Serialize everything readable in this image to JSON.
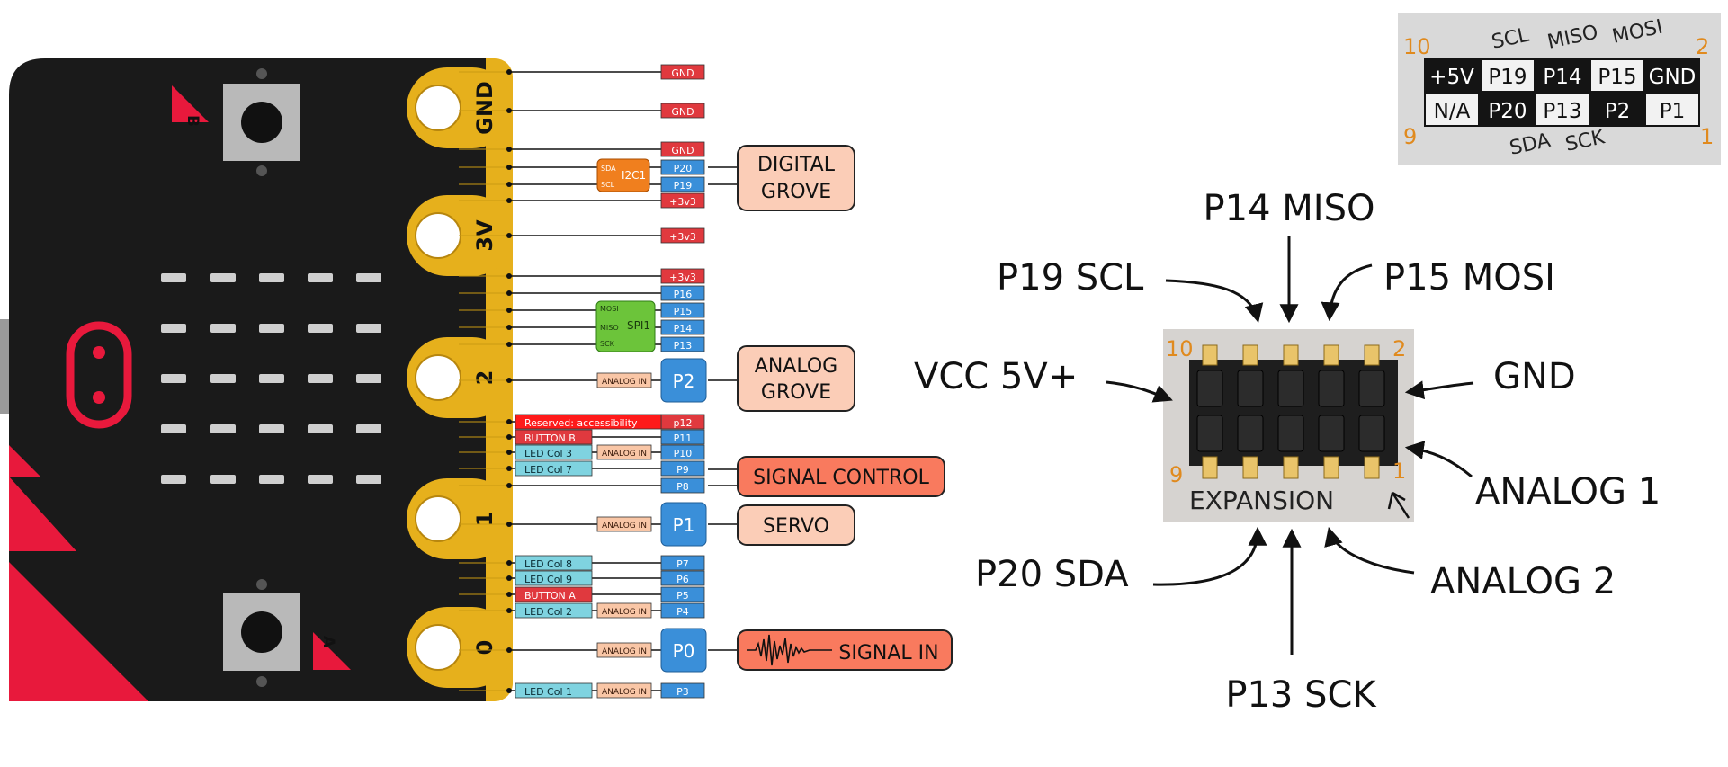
{
  "board": {
    "button_b_letter": "B",
    "button_a_letter": "A",
    "pad_labels": [
      "GND",
      "3V",
      "2",
      "1",
      "0"
    ]
  },
  "pinout": {
    "rows": [
      {
        "pin": "GND",
        "color": "#e0393e"
      },
      {
        "pin": "GND",
        "color": "#e0393e"
      },
      {
        "pin": "GND",
        "color": "#e0393e"
      },
      {
        "pin": "P20",
        "color": "#3a8fd9"
      },
      {
        "pin": "P19",
        "color": "#3a8fd9"
      },
      {
        "pin": "+3v3",
        "color": "#e0393e"
      },
      {
        "pin": "+3v3",
        "color": "#e0393e"
      },
      {
        "pin": "+3v3",
        "color": "#e0393e"
      },
      {
        "pin": "P16",
        "color": "#3a8fd9"
      },
      {
        "pin": "P15",
        "color": "#3a8fd9"
      },
      {
        "pin": "P14",
        "color": "#3a8fd9"
      },
      {
        "pin": "P13",
        "color": "#3a8fd9"
      },
      {
        "pin": "P2",
        "color": "#3a8fd9",
        "big": true,
        "analog": "ANALOG IN"
      },
      {
        "pin": "p12",
        "color": "#e0393e",
        "func": "Reserved: accessibility",
        "func_color": "#ff1a1a"
      },
      {
        "pin": "P11",
        "color": "#3a8fd9",
        "func": "BUTTON B",
        "func_color": "#e0393e"
      },
      {
        "pin": "P10",
        "color": "#3a8fd9",
        "func": "LED Col 3",
        "func_color": "#7fd3e0",
        "analog": "ANALOG IN"
      },
      {
        "pin": "P9",
        "color": "#3a8fd9",
        "func": "LED Col 7",
        "func_color": "#7fd3e0"
      },
      {
        "pin": "P8",
        "color": "#3a8fd9"
      },
      {
        "pin": "P1",
        "color": "#3a8fd9",
        "big": true,
        "analog": "ANALOG IN"
      },
      {
        "pin": "P7",
        "color": "#3a8fd9",
        "func": "LED Col 8",
        "func_color": "#7fd3e0"
      },
      {
        "pin": "P6",
        "color": "#3a8fd9",
        "func": "LED Col 9",
        "func_color": "#7fd3e0"
      },
      {
        "pin": "P5",
        "color": "#3a8fd9",
        "func": "BUTTON A",
        "func_color": "#e0393e"
      },
      {
        "pin": "P4",
        "color": "#3a8fd9",
        "func": "LED Col 2",
        "func_color": "#7fd3e0",
        "analog": "ANALOG IN"
      },
      {
        "pin": "P0",
        "color": "#3a8fd9",
        "big": true,
        "analog": "ANALOG IN"
      },
      {
        "pin": "P3",
        "color": "#3a8fd9",
        "func": "LED Col 1",
        "func_color": "#7fd3e0",
        "analog": "ANALOG IN"
      }
    ],
    "i2c": {
      "label": "I2C1",
      "sda": "SDA",
      "scl": "SCL"
    },
    "spi": {
      "label": "SPI1",
      "mosi": "MOSI",
      "miso": "MISO",
      "sck": "SCK"
    },
    "callouts": [
      "DIGITAL GROVE",
      "ANALOG GROVE",
      "SIGNAL CONTROL",
      "SERVO",
      "SIGNAL IN"
    ]
  },
  "header_photo": {
    "top_labels": [
      "SCL",
      "MISO",
      "MOSI"
    ],
    "bottom_labels": [
      "SDA",
      "SCK"
    ],
    "row1": [
      "+5V",
      "P19",
      "P14",
      "P15",
      "GND"
    ],
    "row2": [
      "N/A",
      "P20",
      "P13",
      "P2",
      "P1"
    ],
    "num_left_top": "10",
    "num_right_top": "2",
    "num_left_bottom": "9",
    "num_right_bottom": "1"
  },
  "expansion": {
    "board_label": "EXPANSION",
    "num_10": "10",
    "num_2": "2",
    "num_9": "9",
    "num_1": "1",
    "labels": {
      "p14": "P14 MISO",
      "p19": "P19 SCL",
      "p15": "P15 MOSI",
      "vcc": "VCC 5V+",
      "gnd": "GND",
      "analog1": "ANALOG 1",
      "p20": "P20 SDA",
      "analog2": "ANALOG 2",
      "p13": "P13 SCK"
    }
  }
}
